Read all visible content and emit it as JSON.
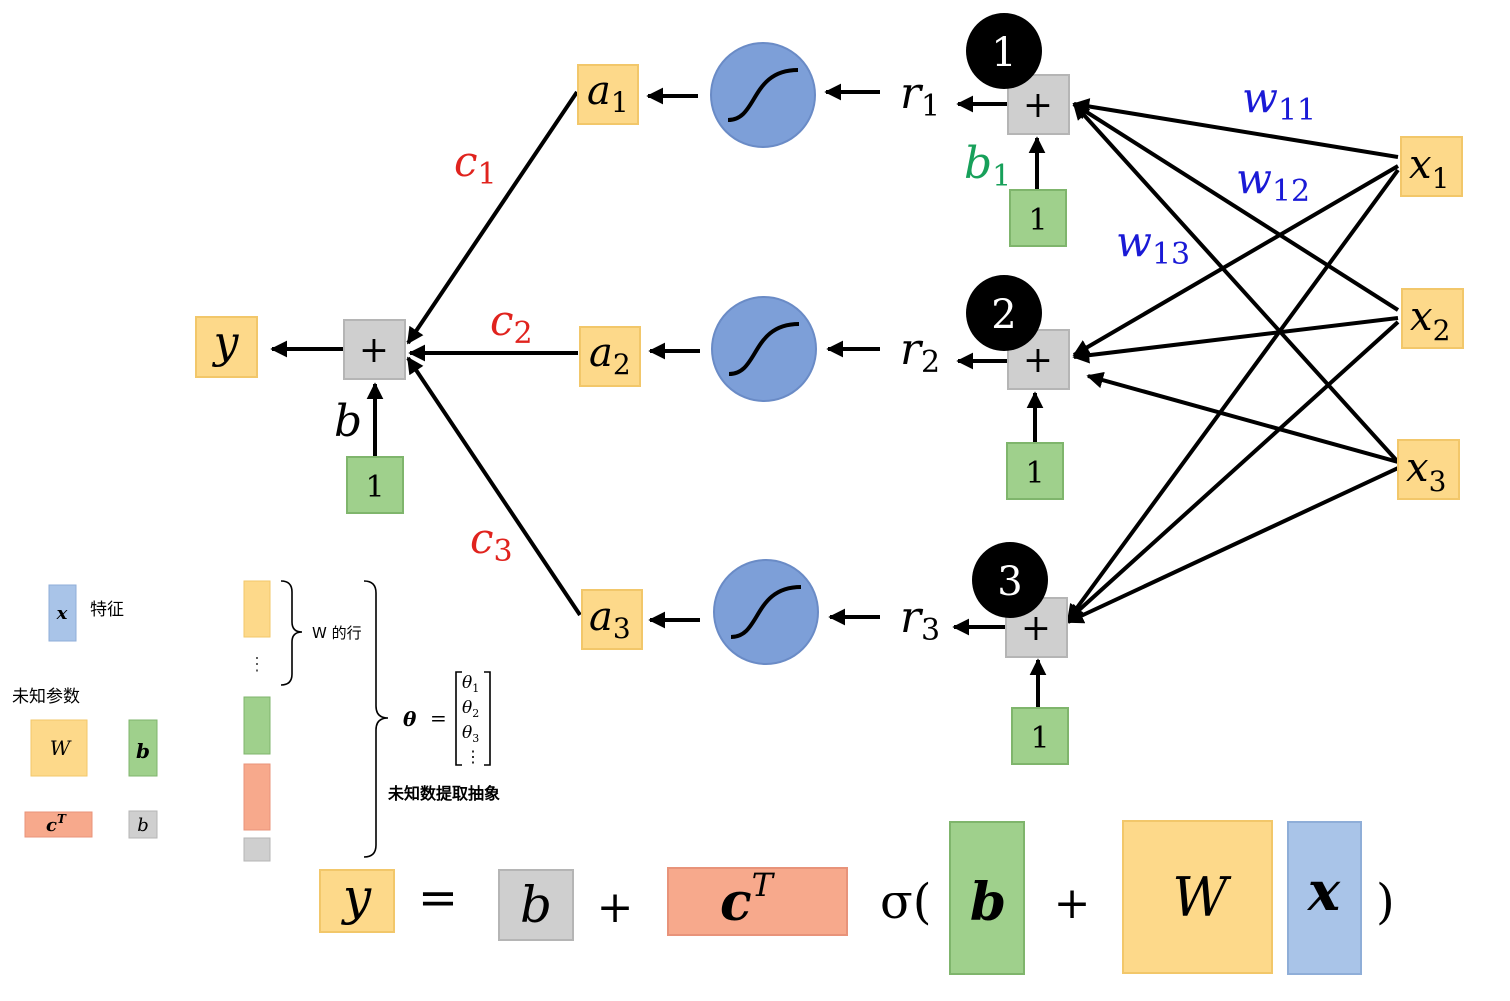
{
  "colors": {
    "feature_blue": "#a9c4e8",
    "param_orange": "#fdd98a",
    "param_green": "#9fd08c",
    "param_salmon": "#f7a98c",
    "param_gray": "#cfcfcf",
    "sigmoid_fill": "#7d9fd8",
    "weight_blue": "#1a1ad6",
    "c_red": "#e0231e",
    "b_green": "#17a05a",
    "black": "#000000"
  },
  "network": {
    "output": {
      "symbol": "y"
    },
    "output_sum": {
      "symbol": "+",
      "bias_label": "b",
      "bias_input": "1"
    },
    "hidden": [
      {
        "id": "1",
        "a": "a",
        "a_sub": "1",
        "c": "c",
        "c_sub": "1",
        "r": "r",
        "r_sub": "1",
        "sum": "+",
        "b": "b",
        "b_sub": "1",
        "bias_input": "1"
      },
      {
        "id": "2",
        "a": "a",
        "a_sub": "2",
        "c": "c",
        "c_sub": "2",
        "r": "r",
        "r_sub": "2",
        "sum": "+",
        "bias_input": "1"
      },
      {
        "id": "3",
        "a": "a",
        "a_sub": "3",
        "c": "c",
        "c_sub": "3",
        "r": "r",
        "r_sub": "3",
        "sum": "+",
        "bias_input": "1"
      }
    ],
    "inputs": [
      {
        "x": "x",
        "x_sub": "1"
      },
      {
        "x": "x",
        "x_sub": "2"
      },
      {
        "x": "x",
        "x_sub": "3"
      }
    ],
    "weights": [
      {
        "w": "w",
        "w_sub": "11"
      },
      {
        "w": "w",
        "w_sub": "12"
      },
      {
        "w": "w",
        "w_sub": "13"
      }
    ]
  },
  "legend": {
    "feature_symbol": "x",
    "feature_label": "特征",
    "unknown_params_title": "未知参数",
    "W_symbol": "W",
    "b_symbol": "b",
    "cT_symbol": "c",
    "cT_sup": "T",
    "b_scalar_symbol": "b"
  },
  "theta_stack": {
    "w_rows_label": "W 的行",
    "dots": "⋮",
    "theta_symbol": "θ",
    "equals": "=",
    "vector": [
      "θ",
      "θ",
      "θ"
    ],
    "vector_subs": [
      "1",
      "2",
      "3"
    ],
    "vector_dots": "⋮",
    "caption": "未知数提取抽象"
  },
  "equation": {
    "y": "y",
    "eq": "=",
    "b": "b",
    "plus1": "+",
    "c": "c",
    "c_sup": "T",
    "sigma": "σ(",
    "b_vec": "b",
    "plus2": "+",
    "W": "W",
    "x": "x",
    "close": ")"
  }
}
